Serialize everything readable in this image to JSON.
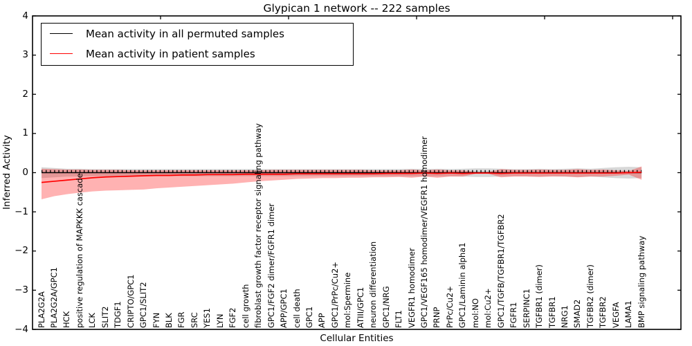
{
  "chart": {
    "title": "Glypican 1 network -- 222 samples",
    "xlabel": "Cellular Entities",
    "ylabel": "Inferred Activity"
  },
  "legend": {
    "items": [
      {
        "label": "Mean activity in all permuted samples",
        "color": "#000000"
      },
      {
        "label": "Mean activity in patient samples",
        "color": "#ff0000"
      }
    ]
  },
  "colors": {
    "permuted_line": "#000000",
    "patient_line": "#ff0000",
    "permuted_band": "rgba(125,125,125,0.30)",
    "patient_band": "rgba(255,0,0,0.30)",
    "frame": "#000000"
  },
  "chart_data": {
    "type": "line",
    "title": "Glypican 1 network -- 222 samples",
    "xlabel": "Cellular Entities",
    "ylabel": "Inferred Activity",
    "ylim": [
      -4,
      4
    ],
    "yticks": [
      4,
      3,
      2,
      1,
      0,
      -1,
      -2,
      -3,
      -4
    ],
    "ytick_labels": [
      "4",
      "3",
      "2",
      "1",
      "0",
      "−1",
      "−2",
      "−3",
      "−4"
    ],
    "legend_position": "upper left",
    "grid": false,
    "categories": [
      "PLA2G2A",
      "PLA2G2A/GPC1",
      "HCK",
      "positive regulation of MAPKKK cascade",
      "LCK",
      "SLIT2",
      "TDGF1",
      "CRIPTO/GPC1",
      "GPC1/SLIT2",
      "FYN",
      "BLK",
      "FGR",
      "SRC",
      "YES1",
      "LYN",
      "FGF2",
      "cell growth",
      "fibroblast growth factor receptor signaling pathway",
      "GPC1/FGF2 dimer/FGFR1 dimer",
      "APP/GPC1",
      "cell death",
      "GPC1",
      "APP",
      "GPC1/PrPc/Cu2+",
      "mol:Spermine",
      "ATIII/GPC1",
      "neuron differentiation",
      "GPC1/NRG",
      "FLT1",
      "VEGFR1 homodimer",
      "GPC1/VEGF165 homodimer/VEGFR1 homodimer",
      "PRNP",
      "PrPc/Cu2+",
      "GPC1/Laminin alpha1",
      "mol:NO",
      "mol:Cu2+",
      "GPC1/TGFB/TGFBR1/TGFBR2",
      "FGFR1",
      "SERPINC1",
      "TGFBR1 (dimer)",
      "TGFBR1",
      "NRG1",
      "SMAD2",
      "TGFBR2 (dimer)",
      "TGFBR2",
      "VEGFA",
      "LAMA1",
      "BMP signaling pathway"
    ],
    "series": [
      {
        "name": "Mean activity in all permuted samples",
        "color": "#000000",
        "values": [
          0,
          0,
          0,
          0,
          0,
          0,
          0,
          0,
          0,
          0,
          0,
          0,
          0,
          0,
          0,
          0,
          0,
          0,
          0,
          0,
          0,
          0,
          0,
          0,
          0,
          0,
          0,
          0,
          0,
          0,
          0,
          0,
          0,
          0,
          0,
          0,
          0,
          0,
          0,
          0,
          0,
          0,
          0,
          0,
          0,
          0,
          0,
          0
        ],
        "band_upper": [
          0.14,
          0.12,
          0.1,
          0.1,
          0.09,
          0.09,
          0.09,
          0.09,
          0.09,
          0.09,
          0.09,
          0.09,
          0.09,
          0.09,
          0.09,
          0.09,
          0.09,
          0.09,
          0.09,
          0.09,
          0.09,
          0.09,
          0.09,
          0.09,
          0.09,
          0.09,
          0.09,
          0.09,
          0.09,
          0.1,
          0.09,
          0.1,
          0.09,
          0.1,
          0.11,
          0.11,
          0.1,
          0.09,
          0.09,
          0.1,
          0.09,
          0.1,
          0.11,
          0.1,
          0.12,
          0.14,
          0.15,
          0.14
        ],
        "band_lower": [
          -0.14,
          -0.12,
          -0.1,
          -0.1,
          -0.09,
          -0.09,
          -0.09,
          -0.09,
          -0.09,
          -0.09,
          -0.09,
          -0.09,
          -0.09,
          -0.09,
          -0.09,
          -0.09,
          -0.09,
          -0.09,
          -0.09,
          -0.09,
          -0.09,
          -0.09,
          -0.09,
          -0.09,
          -0.09,
          -0.09,
          -0.09,
          -0.09,
          -0.09,
          -0.1,
          -0.09,
          -0.1,
          -0.09,
          -0.1,
          -0.11,
          -0.11,
          -0.1,
          -0.09,
          -0.09,
          -0.1,
          -0.09,
          -0.1,
          -0.11,
          -0.1,
          -0.12,
          -0.14,
          -0.15,
          -0.14
        ]
      },
      {
        "name": "Mean activity in patient samples",
        "color": "#ff0000",
        "values": [
          -0.25,
          -0.22,
          -0.19,
          -0.16,
          -0.13,
          -0.11,
          -0.1,
          -0.09,
          -0.08,
          -0.07,
          -0.07,
          -0.06,
          -0.06,
          -0.05,
          -0.05,
          -0.05,
          -0.04,
          -0.04,
          -0.04,
          -0.04,
          -0.03,
          -0.03,
          -0.03,
          -0.03,
          -0.03,
          -0.03,
          -0.03,
          -0.02,
          -0.02,
          -0.02,
          -0.01,
          -0.02,
          -0.01,
          -0.02,
          -0.01,
          -0.01,
          -0.02,
          -0.01,
          -0.01,
          -0.01,
          -0.01,
          -0.01,
          -0.01,
          -0.01,
          -0.01,
          -0.01,
          0.0,
          0.01
        ],
        "band_upper": [
          0.1,
          0.09,
          0.08,
          0.08,
          0.07,
          0.07,
          0.07,
          0.06,
          0.06,
          0.06,
          0.06,
          0.06,
          0.06,
          0.06,
          0.06,
          0.06,
          0.06,
          0.06,
          0.07,
          0.07,
          0.07,
          0.07,
          0.07,
          0.07,
          0.07,
          0.07,
          0.06,
          0.06,
          0.06,
          0.08,
          0.06,
          0.08,
          0.06,
          0.06,
          0.02,
          0.02,
          0.09,
          0.07,
          0.07,
          0.08,
          0.07,
          0.07,
          0.09,
          0.07,
          0.08,
          0.06,
          0.04,
          0.16
        ],
        "band_lower": [
          -0.68,
          -0.6,
          -0.55,
          -0.51,
          -0.48,
          -0.46,
          -0.45,
          -0.44,
          -0.43,
          -0.4,
          -0.38,
          -0.36,
          -0.34,
          -0.32,
          -0.3,
          -0.28,
          -0.25,
          -0.22,
          -0.2,
          -0.18,
          -0.16,
          -0.15,
          -0.14,
          -0.14,
          -0.13,
          -0.13,
          -0.12,
          -0.12,
          -0.11,
          -0.13,
          -0.1,
          -0.13,
          -0.1,
          -0.1,
          -0.03,
          -0.03,
          -0.12,
          -0.1,
          -0.1,
          -0.11,
          -0.1,
          -0.1,
          -0.12,
          -0.1,
          -0.1,
          -0.08,
          -0.05,
          -0.18
        ]
      }
    ]
  }
}
